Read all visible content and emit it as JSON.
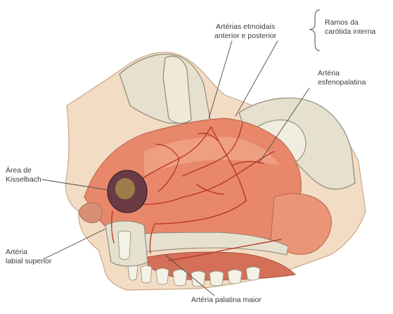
{
  "labels": {
    "etmoidais": [
      "Artérias etmoidais",
      "anterior e posterior"
    ],
    "ramos": [
      "Ramos da",
      "carótida interna"
    ],
    "esfenopalatina": [
      "Artéria",
      "esfenopalatina"
    ],
    "kisselbach": [
      "Área de",
      "Kisselbach"
    ],
    "labial": [
      "Artéria",
      "labial superior"
    ],
    "palatina": [
      "Artéria palatina maior"
    ]
  },
  "colors": {
    "mucosa": "#e8876a",
    "mucosa_light": "#f2a98c",
    "artery": "#b8321f",
    "bone": "#e6e0cf",
    "bone_edge": "#8f8a7a",
    "skin": "#f0d2b6",
    "tooth": "#f4f1e6",
    "kisselbach": "#6b3b45"
  }
}
